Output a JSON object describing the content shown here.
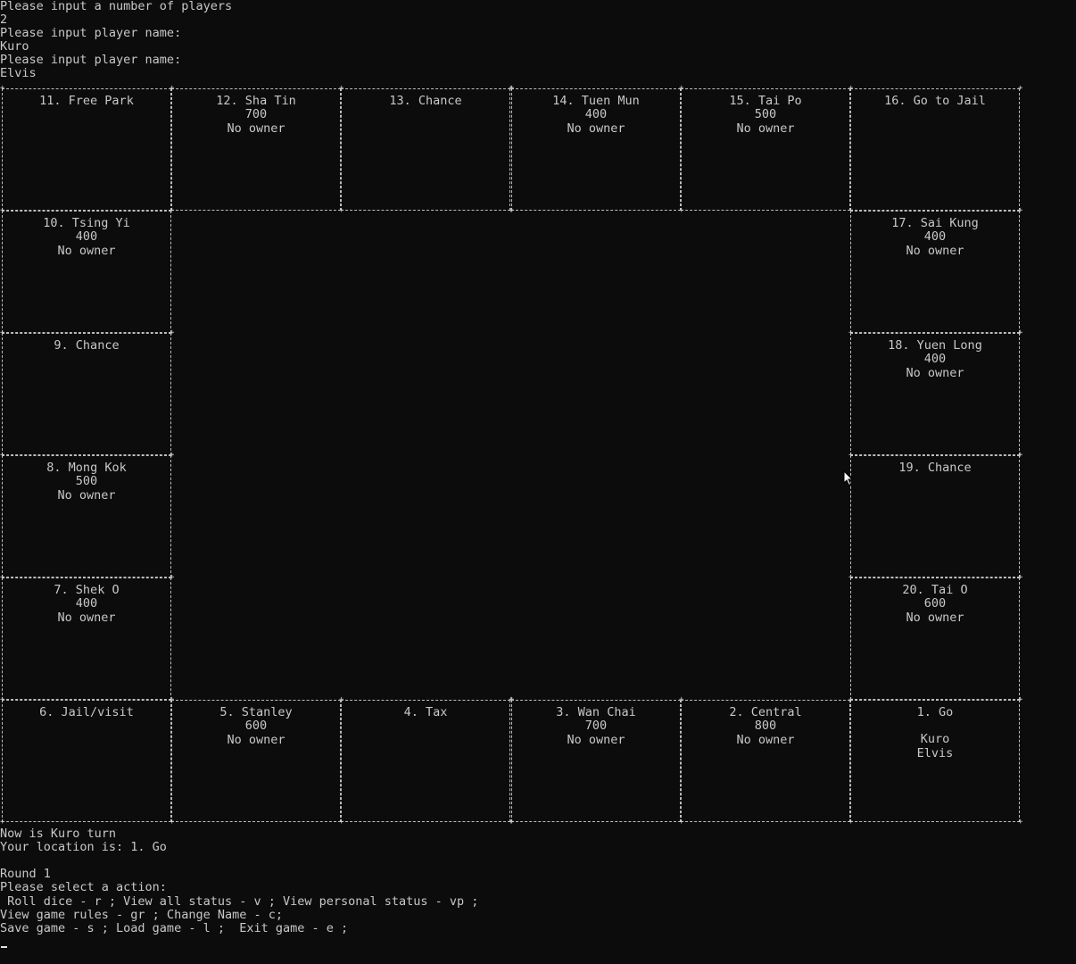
{
  "setup_lines": [
    "Please input a number of players",
    "2",
    "Please input player name:",
    "Kuro",
    "Please input player name:",
    "Elvis"
  ],
  "board": {
    "top_row": [
      {
        "title": "11. Free Park"
      },
      {
        "title": "12. Sha Tin",
        "price": "700",
        "owner": "No owner"
      },
      {
        "title": "13. Chance"
      },
      {
        "title": "14. Tuen Mun",
        "price": "400",
        "owner": "No owner"
      },
      {
        "title": "15. Tai Po",
        "price": "500",
        "owner": "No owner"
      },
      {
        "title": "16. Go to Jail"
      }
    ],
    "left_column": [
      {
        "title": "10. Tsing Yi",
        "price": "400",
        "owner": "No owner"
      },
      {
        "title": "9. Chance"
      },
      {
        "title": "8. Mong Kok",
        "price": "500",
        "owner": "No owner"
      },
      {
        "title": "7. Shek O",
        "price": "400",
        "owner": "No owner"
      }
    ],
    "right_column": [
      {
        "title": "17. Sai Kung",
        "price": "400",
        "owner": "No owner"
      },
      {
        "title": "18. Yuen Long",
        "price": "400",
        "owner": "No owner"
      },
      {
        "title": "19. Chance"
      },
      {
        "title": "20. Tai O",
        "price": "600",
        "owner": "No owner"
      }
    ],
    "bottom_row": [
      {
        "title": "6. Jail/visit"
      },
      {
        "title": "5. Stanley",
        "price": "600",
        "owner": "No owner"
      },
      {
        "title": "4. Tax"
      },
      {
        "title": "3. Wan Chai",
        "price": "700",
        "owner": "No owner"
      },
      {
        "title": "2. Central",
        "price": "800",
        "owner": "No owner"
      },
      {
        "title": "1. Go",
        "players": [
          "Kuro",
          "Elvis"
        ]
      }
    ]
  },
  "status": {
    "turn": "Now is Kuro turn",
    "location": "Your location is: 1. Go",
    "round": "Round 1",
    "prompt": "Please select a action:",
    "menu_line1": " Roll dice - r ; View all status - v ; View personal status - vp ;",
    "menu_line2": "View game rules - gr ; Change Name - c;",
    "menu_line3": "Save game - s ; Load game - l ;  Exit game - e ;"
  }
}
